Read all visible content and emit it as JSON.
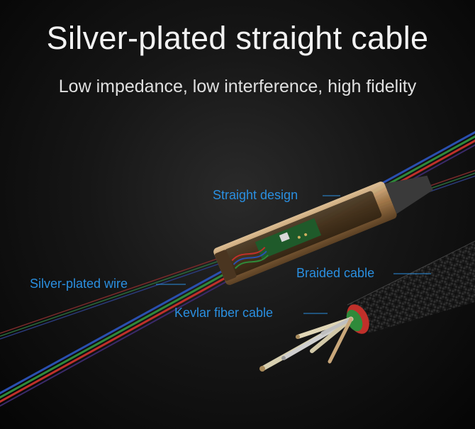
{
  "headline": {
    "title": "Silver-plated straight cable",
    "subtitle": "Low impedance, low interference, high fidelity"
  },
  "callouts": {
    "straight_design": "Straight design",
    "silver_plated_wire": "Silver-plated wire",
    "braided_cable": "Braided cable",
    "kevlar_fiber_cable": "Kevlar fiber cable"
  },
  "colors": {
    "label_blue": "#2a8fe0",
    "housing_gold": "#b48a5a",
    "wire_red": "#c0302a",
    "wire_blue": "#2a4fb0",
    "wire_green": "#2f8a3a"
  }
}
